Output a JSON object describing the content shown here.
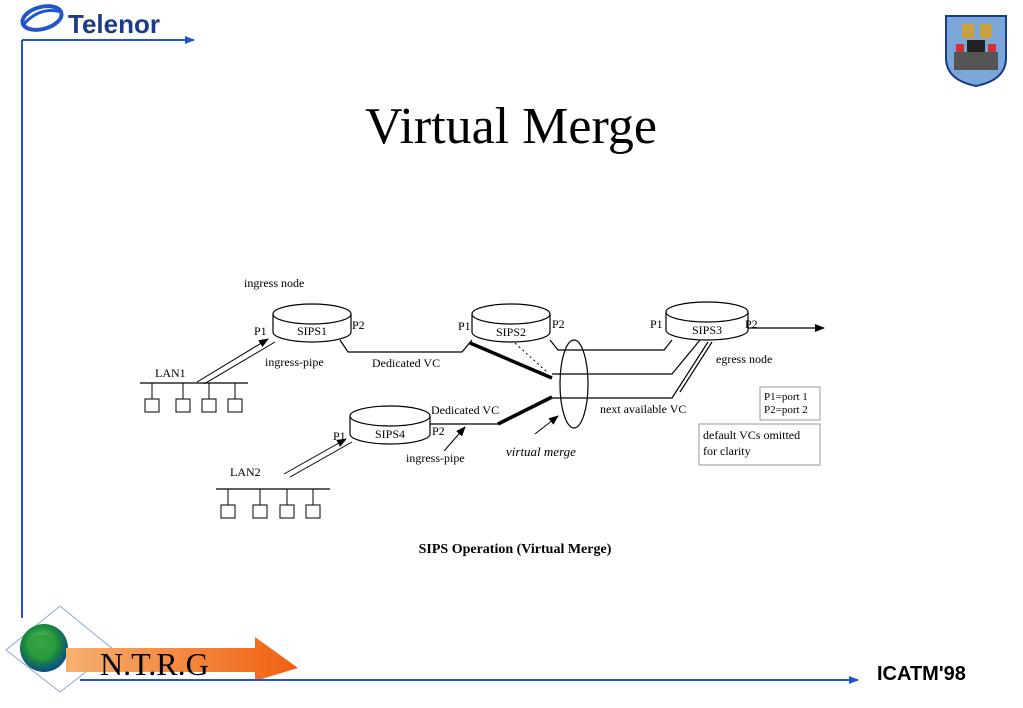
{
  "header": {
    "brand": "Telenor",
    "title": "Virtual Merge"
  },
  "footer": {
    "logo_text": "N.T.R.G",
    "conference": "ICATM'98"
  },
  "diagram": {
    "caption": "SIPS Operation (Virtual Merge)",
    "labels": {
      "ingress_node": "ingress node",
      "egress_node": "egress node",
      "ingress_pipe_1": "ingress-pipe",
      "ingress_pipe_2": "ingress-pipe",
      "dedicated_vc_1": "Dedicated VC",
      "dedicated_vc_2": "Dedicated VC",
      "next_available_vc": "next available VC",
      "virtual_merge": "virtual merge",
      "lan1": "LAN1",
      "lan2": "LAN2"
    },
    "nodes": {
      "sips1": "SIPS1",
      "sips2": "SIPS2",
      "sips3": "SIPS3",
      "sips4": "SIPS4"
    },
    "ports": {
      "sips1_p1": "P1",
      "sips1_p2": "P2",
      "sips2_p1": "P1",
      "sips2_p2": "P2",
      "sips3_p1": "P1",
      "sips3_p2": "P2",
      "sips4_p1": "P1",
      "sips4_p2": "P2"
    },
    "legend": {
      "line1": "P1=port 1",
      "line2": "P2=port 2"
    },
    "note": {
      "line1": "default VCs omitted",
      "line2": "for clarity"
    }
  },
  "colors": {
    "accent_blue": "#2255cc",
    "brand_blue": "#1a3a8a",
    "arrow_orange": "#f07020"
  }
}
